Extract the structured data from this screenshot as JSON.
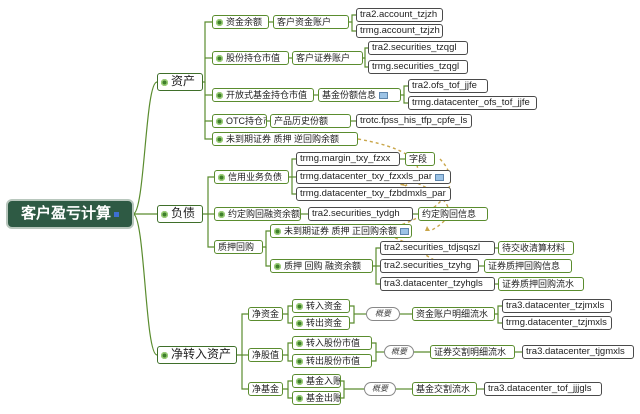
{
  "root": "客户盈亏计算",
  "assets": {
    "label": "资产",
    "fund_balance": "资金余额",
    "fund_account": "客户资金账户",
    "fund_tables": [
      "tra2.account_tzjzh",
      "trmg.account_tzjzh"
    ],
    "stock_value": "股份持仓市值",
    "sec_account": "客户证券账户",
    "sec_tables": [
      "tra2.securities_tzqgl",
      "trmg.securities_tzqgl"
    ],
    "open_fund_value": "开放式基金持仓市值",
    "fund_share_info": "基金份额信息",
    "open_fund_tables": [
      "tra2.ofs_tof_jjfe",
      "trmg.datacenter_ofs_tof_jjfe"
    ],
    "otc_value": "OTC持仓市值",
    "product_history": "产品历史份额",
    "otc_table": "trotc.fpss_his_tfp_cpfe_ls",
    "unsettled": "未到期证券 质押 逆回购余额"
  },
  "liabilities": {
    "label": "负债",
    "credit_liab": "信用业务负债",
    "credit_tables": [
      "trmg.margin_txy_fzxx",
      "trmg.datacenter_txy_fzxxls_par",
      "trmg.datacenter_txy_fzbdmxls_par"
    ],
    "field_label": "字段",
    "repo_balance": "约定购回融资余额",
    "repo_table": "tra2.securities_tydgh",
    "repo_info": "约定购回信息",
    "pledge_repo": "质押回购",
    "unsettled_pos_repo": "未到期证券 质押 正回购余额",
    "pledge_repo_financing": "质押 回购 融资余额",
    "pledge_tables": [
      "tra2.securities_tdjsqszl",
      "tra2.securities_tzyhg",
      "tra3.datacenter_tzyhgls"
    ],
    "pledge_info": [
      "待交收清算材料",
      "证券质押回购信息",
      "证券质押回购流水"
    ]
  },
  "net_transfer": {
    "label": "净转入资产",
    "net_funds": "净资金",
    "funds_in": "转入资金",
    "funds_out": "转出资金",
    "summary_label": "概要",
    "fund_detail": "资金账户明细流水",
    "fund_detail_tables": [
      "tra3.datacenter_tzjmxls",
      "trmg.datacenter_tzjmxls"
    ],
    "net_stock": "净股值",
    "stock_in": "转入股份市值",
    "stock_out": "转出股份市值",
    "stock_detail": "证券交割明细流水",
    "stock_detail_table": "tra3.datacenter_tjgmxls",
    "net_fund": "净基金",
    "fund_in": "基金入账",
    "fund_out": "基金出账",
    "fundtx_detail": "基金交割流水",
    "fundtx_table": "tra3.datacenter_tof_jjjgls"
  },
  "colors": {
    "accent": "#3e7f2c",
    "root_bg": "#2e5a44",
    "connector": "#5a8c2e",
    "relation": "#c9a64a"
  }
}
